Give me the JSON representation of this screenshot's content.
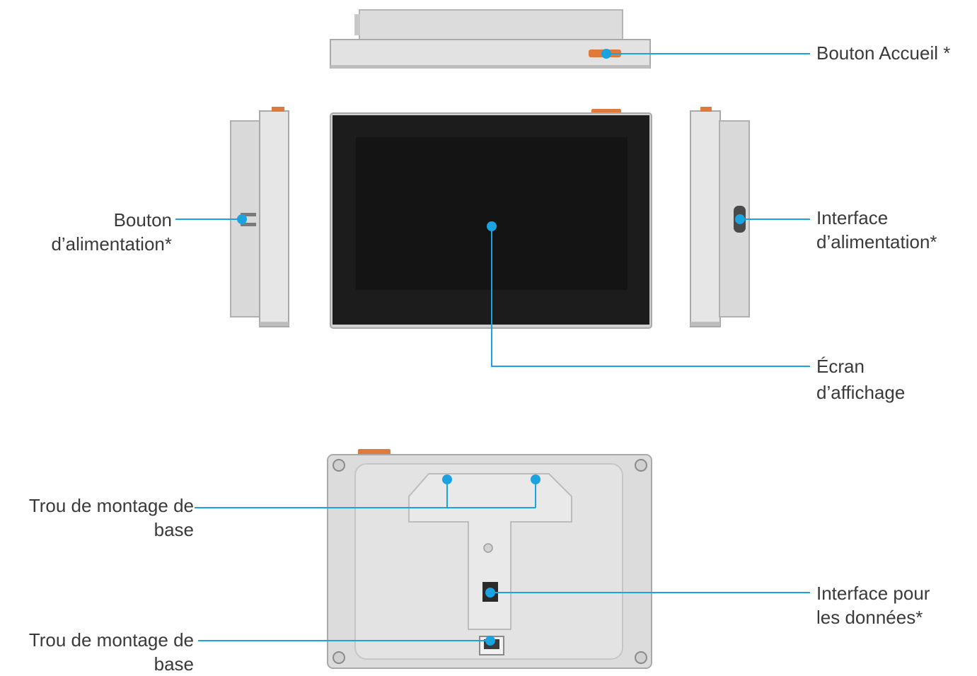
{
  "labels": {
    "home_button": "Bouton Accueil *",
    "power_button": [
      "Bouton",
      "d’alimentation*"
    ],
    "power_interface": [
      "Interface",
      "d’alimentation*"
    ],
    "display_screen": [
      "Écran",
      "d’affichage"
    ],
    "mount_hole_1": [
      "Trou de montage de",
      "base"
    ],
    "data_interface": [
      "Interface pour",
      "les données*"
    ],
    "mount_hole_2": [
      "Trou de montage de",
      "base"
    ]
  },
  "colors": {
    "callout": "#1aa3e0",
    "body_gray": "#d7d7d7",
    "body_light": "#e6e6e6",
    "edge_gray": "#a9a9a9",
    "screen_black": "#1c1c1c",
    "button_orange": "#e07a3a"
  }
}
